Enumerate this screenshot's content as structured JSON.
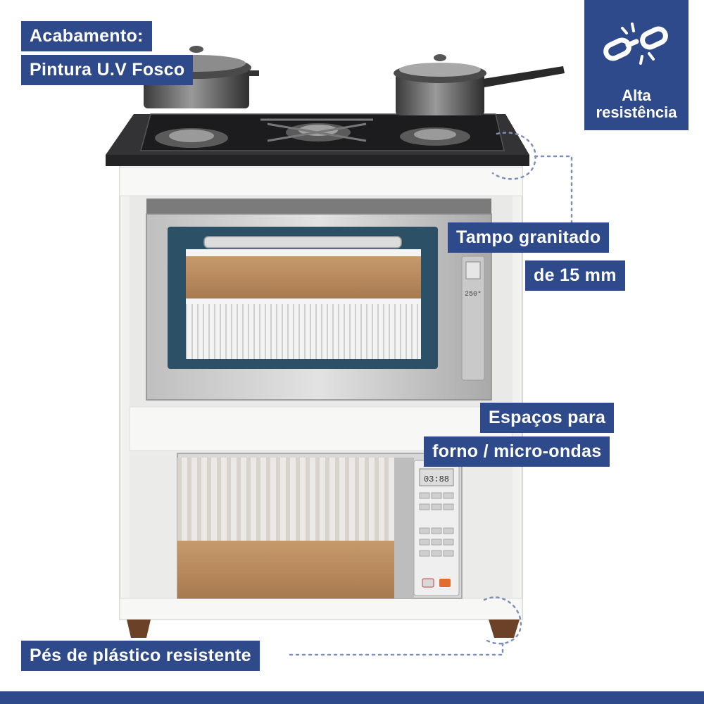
{
  "labels": {
    "finish_title": "Acabamento:",
    "finish_value": "Pintura U.V Fosco",
    "top_line1": "Tampo granitado",
    "top_line2": "de 15 mm",
    "spaces_line1": "Espaços para",
    "spaces_line2": "forno / micro-ondas",
    "feet": "Pés de plástico resistente"
  },
  "badge": {
    "line1": "Alta",
    "line2": "resistência",
    "icon": "broken-chain-icon"
  },
  "oven": {
    "temperature": "250°"
  },
  "microwave": {
    "display": "03:88"
  },
  "colors": {
    "brand": "#2f4a8a",
    "cabinet": "#f4f4f2",
    "countertop": "#2b2b2d",
    "wood": "#b98b5e"
  }
}
